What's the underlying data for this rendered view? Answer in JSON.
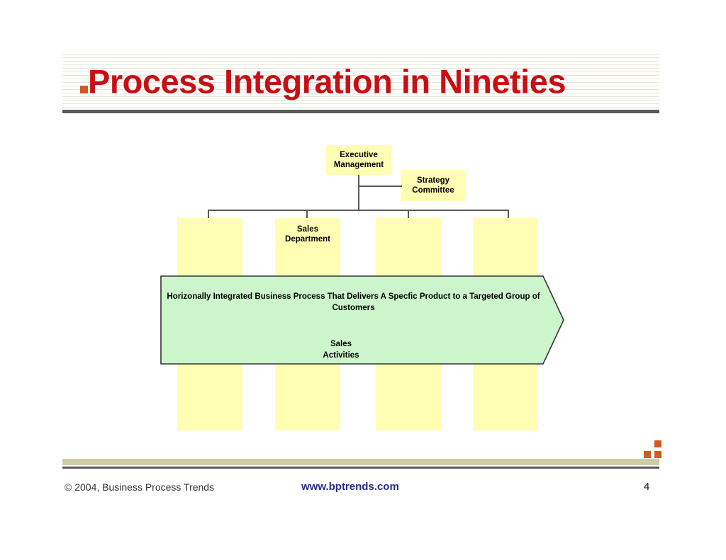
{
  "slide": {
    "title": "Process Integration in Nineties",
    "title_bullet_color": "#d4581f",
    "title_color": "#c80f15",
    "accent_bar_color": "#cdcda4",
    "rule_color": "#595959"
  },
  "diagram": {
    "type": "org-chart-with-process-arrow",
    "box_fill": "#ffffb3",
    "arrow_fill": "#ccf5cc",
    "boxes": [
      {
        "id": "executive-management",
        "label": "Executive\nManagement",
        "line1": "Executive",
        "line2": "Management"
      },
      {
        "id": "strategy-committee",
        "label": "Strategy\nCommittee",
        "line1": "Strategy",
        "line2": "Committee"
      }
    ],
    "lanes": [
      {
        "id": "lane-1",
        "label": ""
      },
      {
        "id": "lane-2",
        "line1": "Sales",
        "line2": "Department"
      },
      {
        "id": "lane-3",
        "label": ""
      },
      {
        "id": "lane-4",
        "label": ""
      }
    ],
    "process_arrow": {
      "headline": "Horizonally Integrated Business Process That Delivers A Specfic Product to a Targeted Group of Customers",
      "sub_line1": "Sales",
      "sub_line2": "Activities"
    }
  },
  "footer": {
    "copyright": "© 2004, Business Process Trends",
    "url": "www.bptrends.com",
    "page_number": "4",
    "url_color": "#2a2a8c"
  }
}
